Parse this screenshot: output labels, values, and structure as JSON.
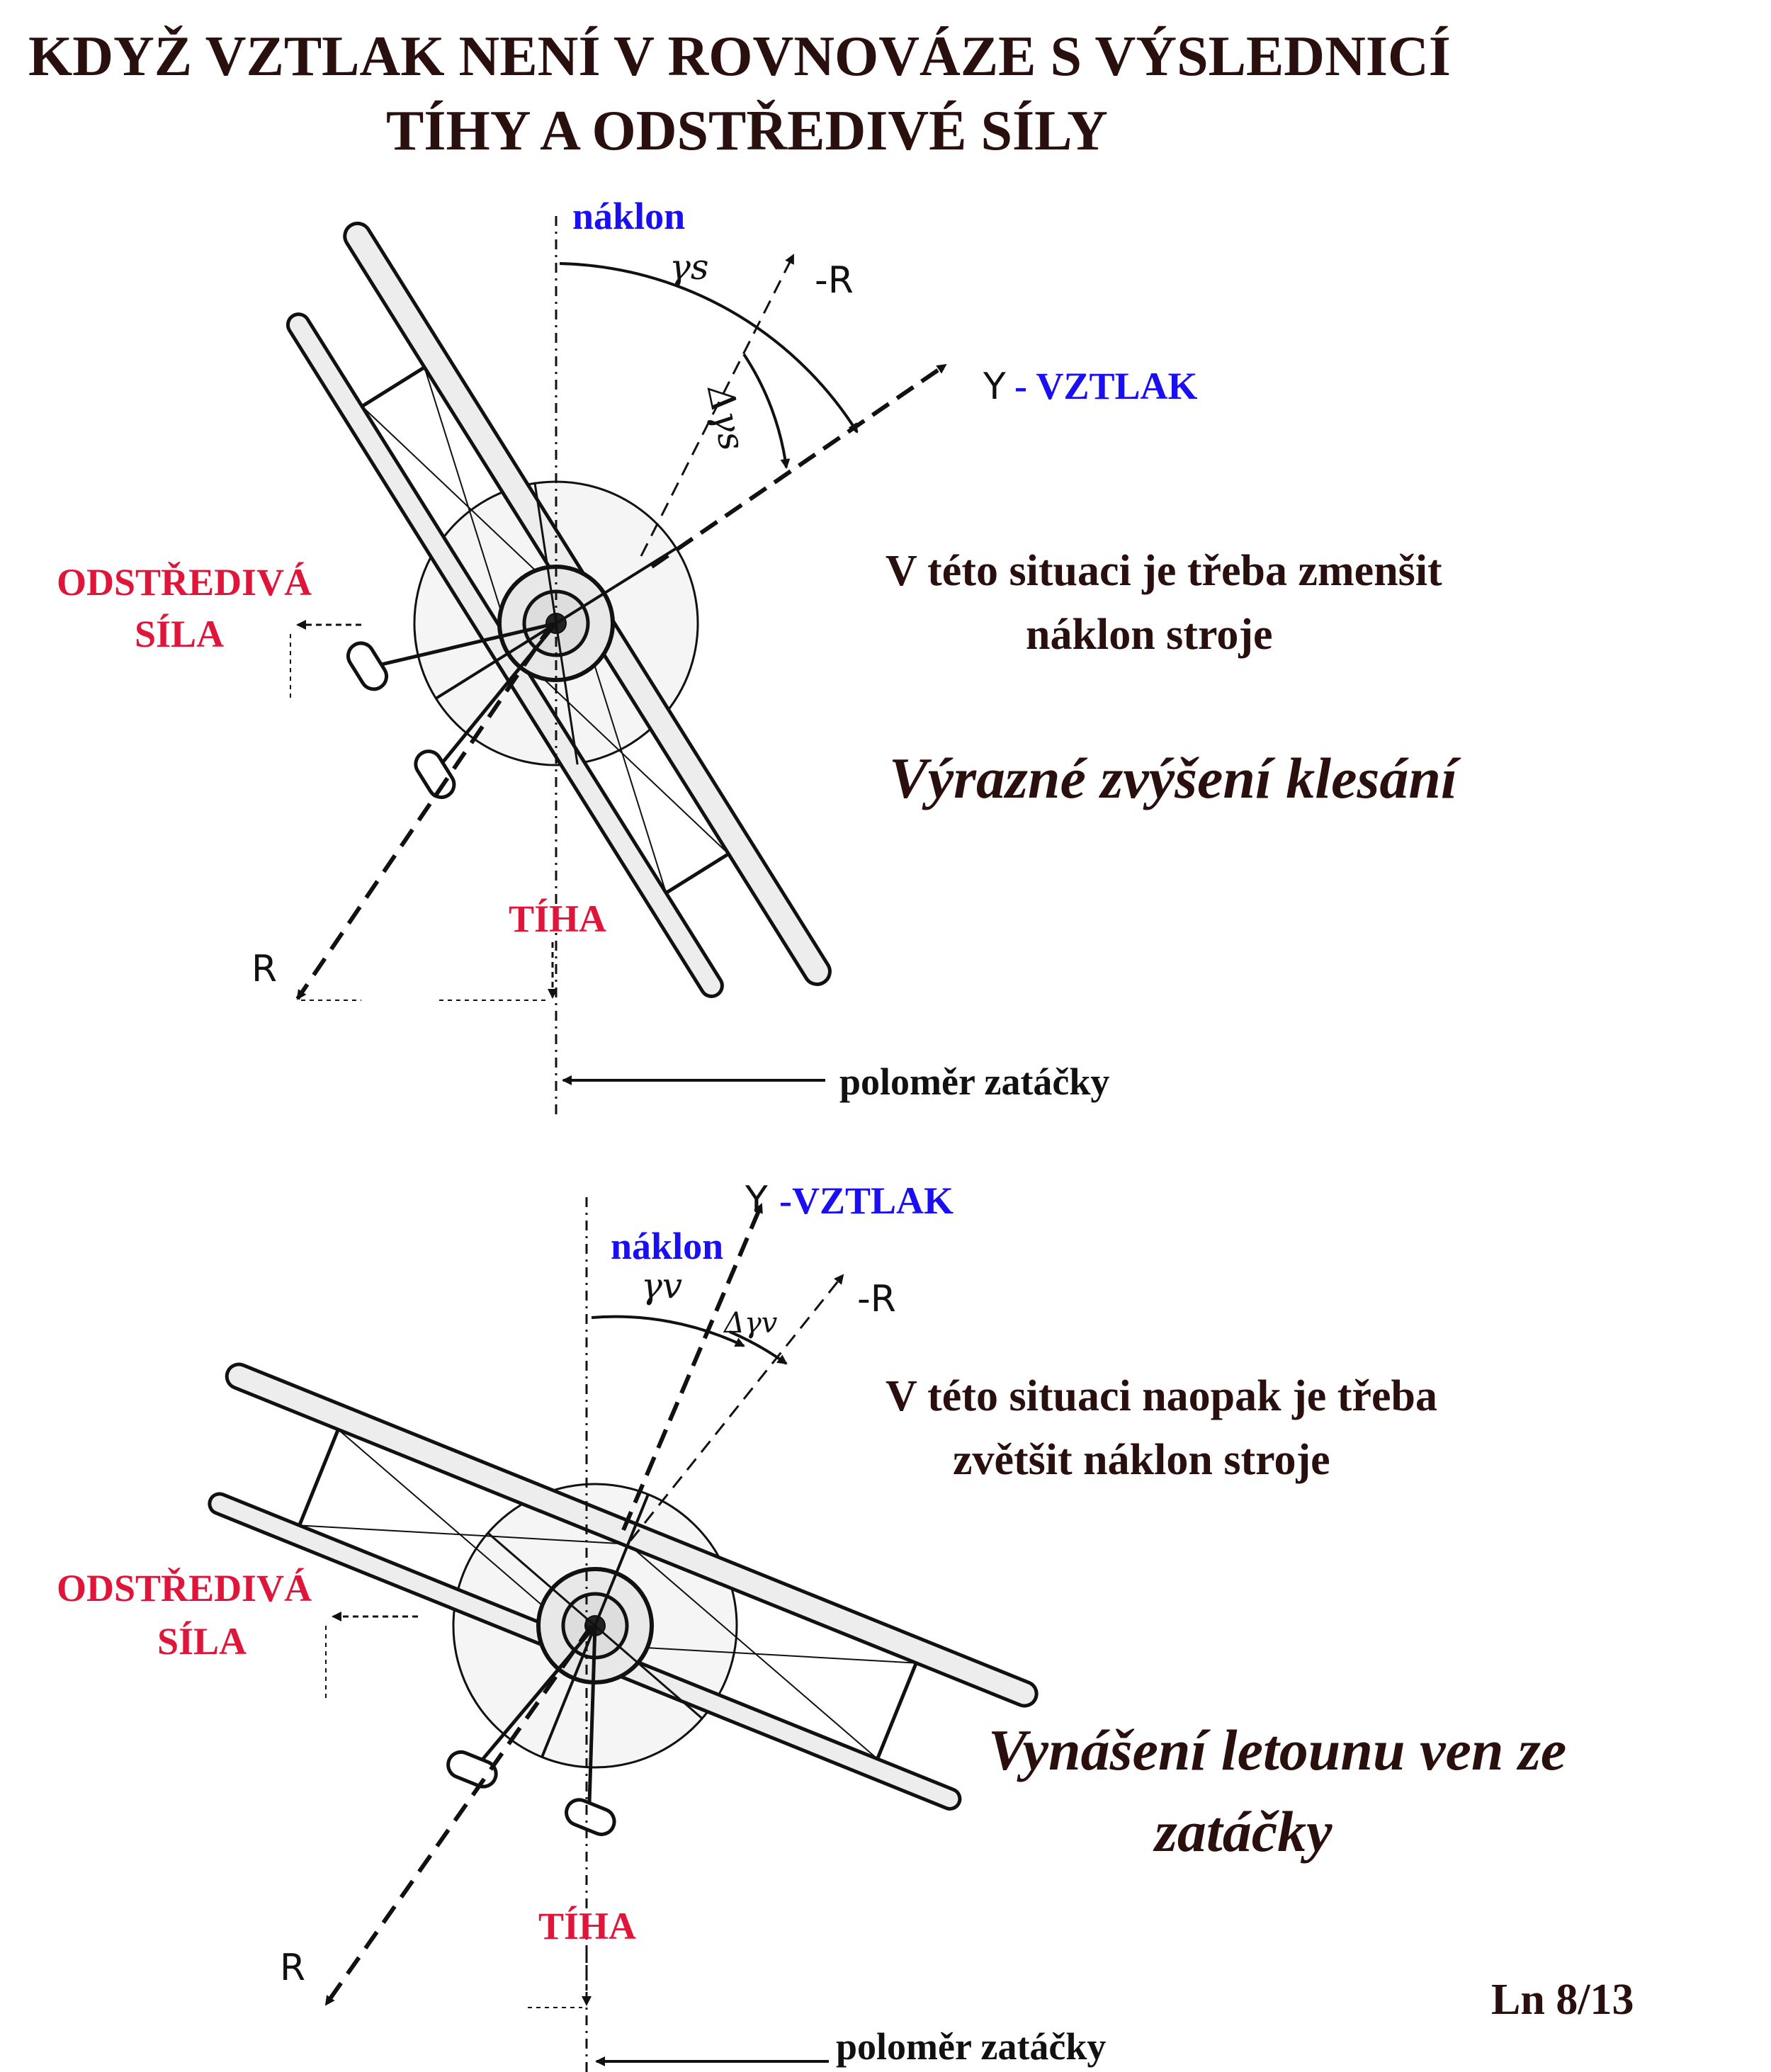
{
  "title": {
    "line1": "KDYŽ VZTLAK NENÍ V ROVNOVÁZE S VÝSLEDNICÍ",
    "line2": "TÍHY A ODSTŘEDIVÉ SÍLY"
  },
  "top": {
    "naklon": "náklon",
    "gamma": "γs",
    "delta_gamma": "Δγs",
    "minus_r": "-R",
    "y_vztlak_prefix": "Y",
    "vztlak": "- VZTLAK",
    "odstrediva_line1": "ODSTŘEDIVÁ",
    "odstrediva_line2": "SÍLA",
    "note_line1": "V této situaci je třeba zmenšit",
    "note_line2": "náklon stroje",
    "effect": "Výrazné zvýšení klesání",
    "tiha": "TÍHA",
    "r": "R",
    "polomer": "poloměr  zatáčky"
  },
  "bottom": {
    "y_prefix": "Y",
    "vztlak": "-VZTLAK",
    "naklon": "náklon",
    "gamma": "γv",
    "delta_gamma": "Δγv",
    "minus_r": "-R",
    "note_line1": "V této situaci naopak je třeba",
    "note_line2": "zvětšit náklon stroje",
    "odstrediva_line1": "ODSTŘEDIVÁ",
    "odstrediva_line2": "SÍLA",
    "effect_line1": "Vynášení letounu ven ze",
    "effect_line2": "zatáčky",
    "tiha": "TÍHA",
    "r": "R",
    "polomer": "poloměr zatáčky"
  },
  "page_ref": "Ln 8/13",
  "colors": {
    "title": "#2a0f0f",
    "force_label": "#e0153a",
    "lift_label": "#1a0ff0",
    "drawing": "#111111"
  }
}
